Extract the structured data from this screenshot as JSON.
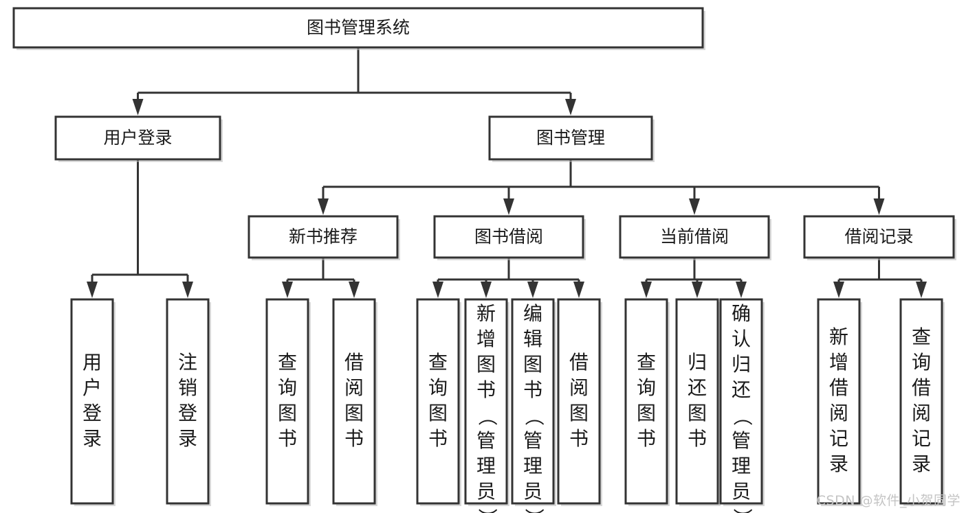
{
  "diagram": {
    "title": "图书管理系统",
    "type": "tree",
    "watermark": "CSDN @软件_小贺同学",
    "colors": {
      "stroke": "#333333",
      "fill": "#ffffff",
      "text": "#1a1a1a",
      "shadow": "#b8b8b8",
      "watermark": "#c4c4c4"
    },
    "nodes": {
      "root": {
        "label": "图书管理系统",
        "level": 1,
        "orientation": "horizontal"
      },
      "user_login": {
        "label": "用户登录",
        "level": 2,
        "orientation": "horizontal"
      },
      "book_manage": {
        "label": "图书管理",
        "level": 2,
        "orientation": "horizontal"
      },
      "new_book_rec": {
        "label": "新书推荐",
        "level": 3,
        "orientation": "horizontal"
      },
      "book_borrow": {
        "label": "图书借阅",
        "level": 3,
        "orientation": "horizontal"
      },
      "current_borrow": {
        "label": "当前借阅",
        "level": 3,
        "orientation": "horizontal"
      },
      "borrow_record": {
        "label": "借阅记录",
        "level": 3,
        "orientation": "horizontal"
      },
      "leaf_user_login": {
        "label": "用户登录",
        "level": 4,
        "orientation": "vertical"
      },
      "leaf_logout": {
        "label": "注销登录",
        "level": 4,
        "orientation": "vertical"
      },
      "leaf_query_book_1": {
        "label": "查询图书",
        "level": 4,
        "orientation": "vertical"
      },
      "leaf_borrow_book_1": {
        "label": "借阅图书",
        "level": 4,
        "orientation": "vertical"
      },
      "leaf_query_book_2": {
        "label": "查询图书",
        "level": 4,
        "orientation": "vertical"
      },
      "leaf_add_book": {
        "label": "新增图书（管理员）",
        "level": 4,
        "orientation": "vertical"
      },
      "leaf_edit_book": {
        "label": "编辑图书（管理员）",
        "level": 4,
        "orientation": "vertical"
      },
      "leaf_borrow_book_2": {
        "label": "借阅图书",
        "level": 4,
        "orientation": "vertical"
      },
      "leaf_query_book_3": {
        "label": "查询图书",
        "level": 4,
        "orientation": "vertical"
      },
      "leaf_return_book": {
        "label": "归还图书",
        "level": 4,
        "orientation": "vertical"
      },
      "leaf_confirm_return": {
        "label": "确认归还（管理员）",
        "level": 4,
        "orientation": "vertical"
      },
      "leaf_add_record": {
        "label": "新增借阅记录",
        "level": 4,
        "orientation": "vertical"
      },
      "leaf_query_record": {
        "label": "查询借阅记录",
        "level": 4,
        "orientation": "vertical"
      }
    },
    "edges": [
      {
        "from": "root",
        "to": "user_login"
      },
      {
        "from": "root",
        "to": "book_manage"
      },
      {
        "from": "user_login",
        "to": "leaf_user_login"
      },
      {
        "from": "user_login",
        "to": "leaf_logout"
      },
      {
        "from": "book_manage",
        "to": "new_book_rec"
      },
      {
        "from": "book_manage",
        "to": "book_borrow"
      },
      {
        "from": "book_manage",
        "to": "current_borrow"
      },
      {
        "from": "book_manage",
        "to": "borrow_record"
      },
      {
        "from": "new_book_rec",
        "to": "leaf_query_book_1"
      },
      {
        "from": "new_book_rec",
        "to": "leaf_borrow_book_1"
      },
      {
        "from": "book_borrow",
        "to": "leaf_query_book_2"
      },
      {
        "from": "book_borrow",
        "to": "leaf_add_book"
      },
      {
        "from": "book_borrow",
        "to": "leaf_edit_book"
      },
      {
        "from": "book_borrow",
        "to": "leaf_borrow_book_2"
      },
      {
        "from": "current_borrow",
        "to": "leaf_query_book_3"
      },
      {
        "from": "current_borrow",
        "to": "leaf_return_book"
      },
      {
        "from": "current_borrow",
        "to": "leaf_confirm_return"
      },
      {
        "from": "borrow_record",
        "to": "leaf_add_record"
      },
      {
        "from": "borrow_record",
        "to": "leaf_query_record"
      }
    ]
  }
}
